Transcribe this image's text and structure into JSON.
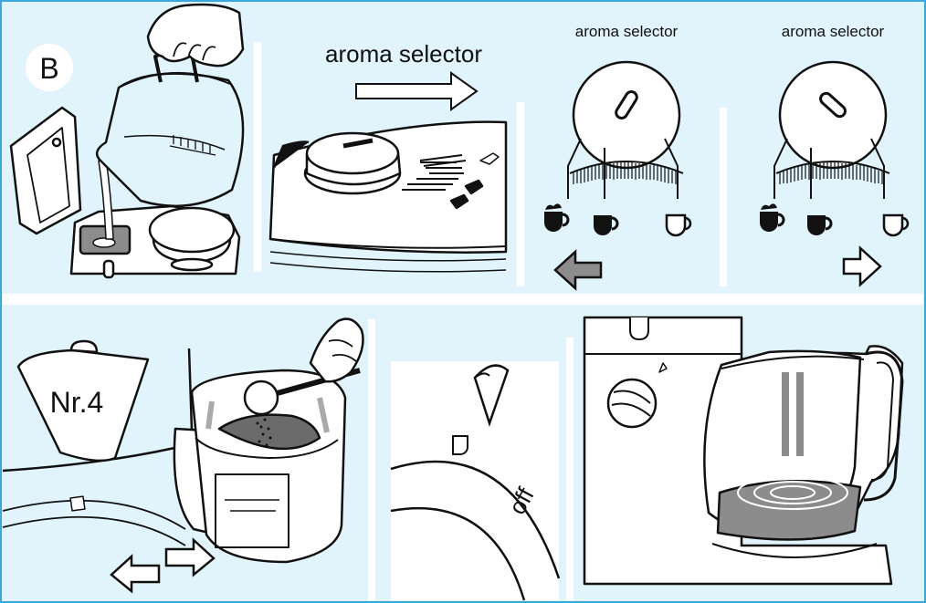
{
  "colors": {
    "background": "#e1f3fb",
    "frame": "#3aa8dc",
    "line": "#111111",
    "grey": "#8c8c8c",
    "white": "#ffffff"
  },
  "labels": {
    "step_badge": "B",
    "aroma_main": "aroma selector",
    "aroma_left": "aroma selector",
    "aroma_right": "aroma selector",
    "filter_size": "Nr.4",
    "off": "off"
  },
  "icons": {
    "strong_cup": "strong-coffee-cup-icon",
    "medium_cup": "medium-coffee-cup-icon",
    "mild_cup": "mild-coffee-cup-icon",
    "arrow_left": "arrow-left-icon",
    "arrow_right": "arrow-right-icon"
  }
}
